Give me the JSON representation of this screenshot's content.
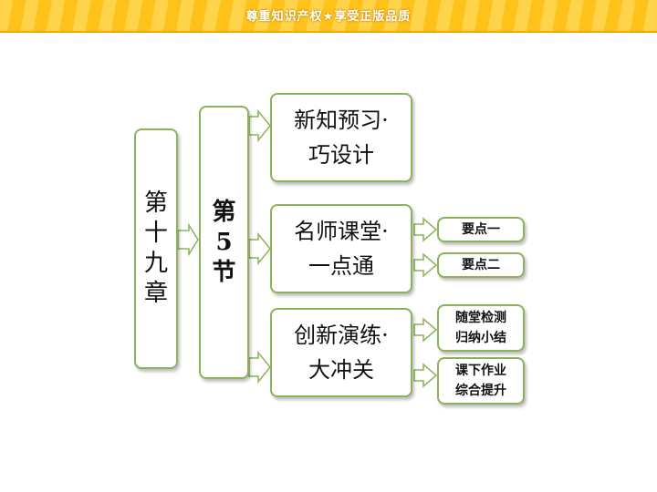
{
  "banner": {
    "text": "尊重知识产权★享受正版品质"
  },
  "chapter": {
    "label": "第十九章"
  },
  "section": {
    "label": "第5节"
  },
  "topics": [
    {
      "line1": "新知预习·",
      "line2": "巧设计"
    },
    {
      "line1": "名师课堂·",
      "line2": "一点通"
    },
    {
      "line1": "创新演练·",
      "line2": "大冲关"
    }
  ],
  "subitems": [
    {
      "label": "要点一"
    },
    {
      "label": "要点二"
    },
    {
      "line1": "随堂检测",
      "line2": "归纳小结"
    },
    {
      "line1": "课下作业",
      "line2": "综合提升"
    }
  ],
  "colors": {
    "border": "#8cb35a",
    "banner": "#ffc21a",
    "arrow_fill": "#ffffff"
  }
}
